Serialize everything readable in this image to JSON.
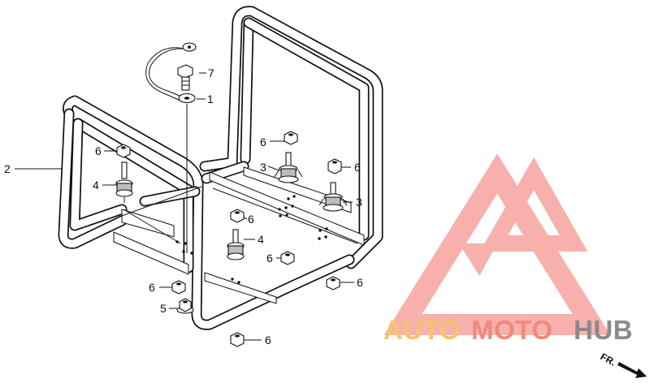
{
  "callouts": {
    "c1": "1",
    "c2": "2",
    "c3a": "3",
    "c3b": "3",
    "c4a": "4",
    "c4b": "4",
    "c5": "5",
    "c6a": "6",
    "c6b": "6",
    "c6c": "6",
    "c6d": "6",
    "c6e": "6",
    "c6f": "6",
    "c6g": "6",
    "c7": "7"
  },
  "watermark": {
    "part1": "AUTO",
    "part2": "MOTO",
    "part3": "HUB",
    "colors": {
      "auto": "#f4c470",
      "moto": "#f08a7c",
      "hub": "#8a8a8a",
      "logo": "#f7a8a3"
    }
  },
  "direction": {
    "label": "FR.",
    "icon": "arrow-icon"
  }
}
